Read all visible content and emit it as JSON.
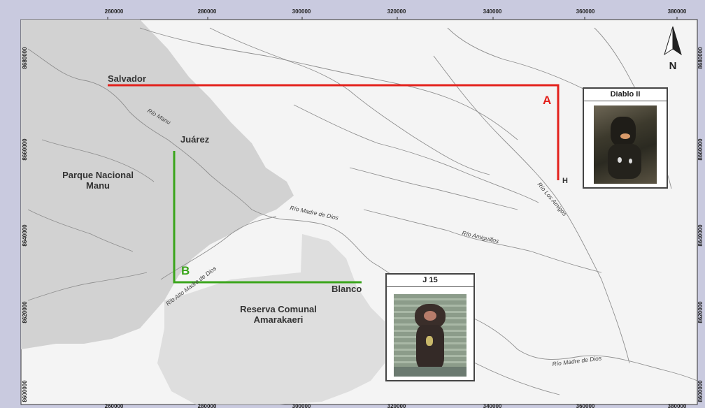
{
  "axes": {
    "x_ticks": [
      "260000",
      "280000",
      "300000",
      "320000",
      "340000",
      "360000",
      "380000"
    ],
    "y_ticks_left": [
      "8680000",
      "8660000",
      "8640000",
      "8620000",
      "8600000"
    ],
    "y_ticks_right": [
      "8680000",
      "8660000",
      "8640000",
      "8620000",
      "8600000"
    ]
  },
  "places": {
    "salvador": "Salvador",
    "juarez": "Juárez",
    "blanco": "Blanco",
    "h_point": "H"
  },
  "areas": {
    "manu_line1": "Parque Nacional",
    "manu_line2": "Manu",
    "amarakaeri_line1": "Reserva Comunal",
    "amarakaeri_line2": "Amarakaeri"
  },
  "rivers": {
    "manu": "Río Manu",
    "madre_upper": "Río Madre de Dios",
    "alto_madre": "Río Alto Madre de Dios",
    "los_amigos": "Río Los Amigos",
    "amiguillos": "Río Amiguillos",
    "madre_lower": "Río Madre de Dios"
  },
  "routes": {
    "a_label": "A",
    "a_color": "#e3211c",
    "b_label": "B",
    "b_color": "#3aa51b"
  },
  "north": {
    "label": "N"
  },
  "photos": {
    "diablo": {
      "title": "Diablo II"
    },
    "j15": {
      "title": "J 15"
    }
  },
  "colors": {
    "frame": "#c9cadf",
    "map_bg": "#f4f4f4",
    "protected_area": "#d0d0d0",
    "protected_area_light": "#dedede"
  }
}
